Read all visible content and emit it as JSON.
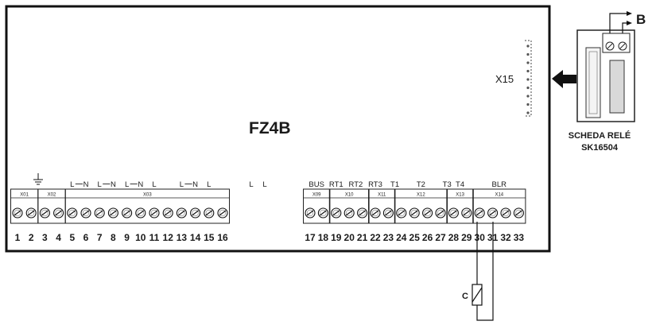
{
  "board": {
    "title": "FZ4B",
    "connector": "X15"
  },
  "relay": {
    "title_line1": "SCHEDA RELÉ",
    "title_line2": "SK16504",
    "arrow_label": "B"
  },
  "sensor": {
    "label": "C"
  },
  "terminals": [
    "1",
    "2",
    "3",
    "4",
    "5",
    "6",
    "7",
    "8",
    "9",
    "10",
    "11",
    "12",
    "13",
    "14",
    "15",
    "16",
    "17",
    "18",
    "19",
    "20",
    "21",
    "22",
    "23",
    "24",
    "25",
    "26",
    "27",
    "28",
    "29",
    "30",
    "31",
    "32",
    "33"
  ],
  "blocks": [
    {
      "name": "X01",
      "from": 0,
      "to": 1
    },
    {
      "name": "X02",
      "from": 2,
      "to": 3
    },
    {
      "name": "X03",
      "from": 4,
      "to": 15
    },
    {
      "name": "X09",
      "from": 16,
      "to": 17
    },
    {
      "name": "X10",
      "from": 18,
      "to": 20
    },
    {
      "name": "X11",
      "from": 21,
      "to": 22
    },
    {
      "name": "X12",
      "from": 23,
      "to": 26
    },
    {
      "name": "X13",
      "from": 27,
      "to": 28
    },
    {
      "name": "X14",
      "from": 29,
      "to": 32
    }
  ],
  "signal_labels_left": [
    {
      "text": "L",
      "at": 4
    },
    {
      "text": "N",
      "at": 5
    },
    {
      "text": "L",
      "at": 6
    },
    {
      "text": "N",
      "at": 7
    },
    {
      "text": "L",
      "at": 8
    },
    {
      "text": "N",
      "at": 9
    },
    {
      "text": "L",
      "at": 10
    },
    {
      "text": "L",
      "at": 12
    },
    {
      "text": "N",
      "at": 13
    },
    {
      "text": "L",
      "at": 14
    }
  ],
  "free_labels": [
    {
      "text": "L"
    },
    {
      "text": "L"
    }
  ],
  "signal_labels_right": [
    {
      "text": "BUS",
      "at": 16.5
    },
    {
      "text": "RT1",
      "at": 18
    },
    {
      "text": "RT2",
      "at": 19.5
    },
    {
      "text": "RT3",
      "at": 21
    },
    {
      "text": "T1",
      "at": 22.5
    },
    {
      "text": "T2",
      "at": 24.5
    },
    {
      "text": "T3",
      "at": 26.5
    },
    {
      "text": "T4",
      "at": 27.5
    },
    {
      "text": "BLR",
      "at": 30.5
    }
  ]
}
